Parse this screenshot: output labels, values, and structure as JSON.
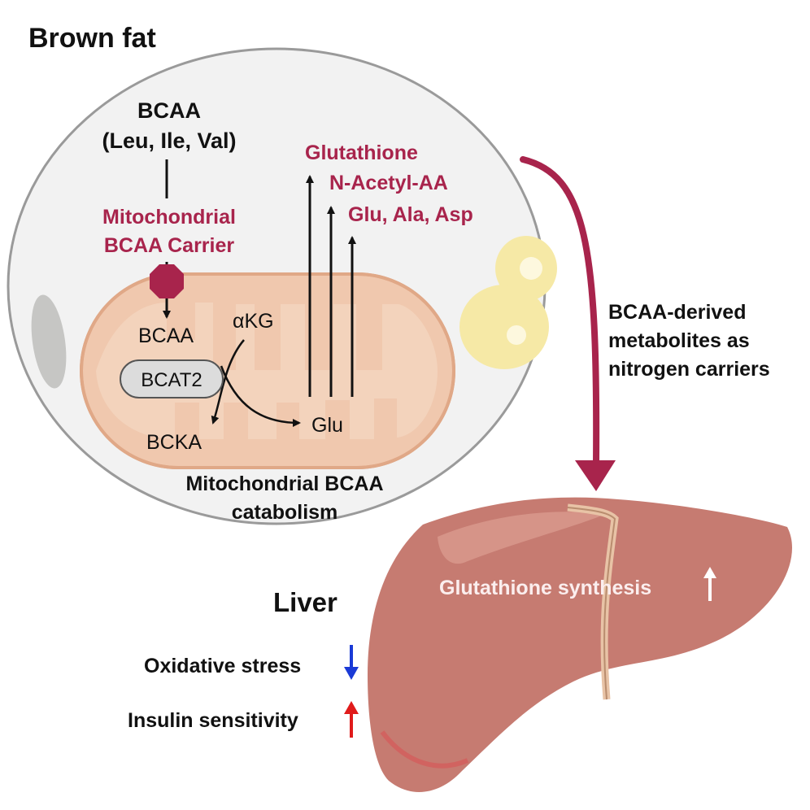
{
  "brown_fat": {
    "title": "Brown fat",
    "bcaa_title": "BCAA",
    "bcaa_subtitle": "(Leu, Ile, Val)",
    "carrier_line1": "Mitochondrial",
    "carrier_line2": "BCAA Carrier",
    "products": [
      "Glutathione",
      "N-Acetyl-AA",
      "Glu, Ala, Asp"
    ],
    "mito": {
      "bcaa": "BCAA",
      "akg": "αKG",
      "enzyme": "BCAT2",
      "bcka": "BCKA",
      "glu": "Glu"
    },
    "caption_line1": "Mitochondrial BCAA",
    "caption_line2": "catabolism"
  },
  "transport": {
    "line1": "BCAA-derived",
    "line2": "metabolites as",
    "line3": "nitrogen carriers"
  },
  "liver": {
    "title": "Liver",
    "synthesis": "Glutathione synthesis",
    "effects": [
      "Oxidative stress",
      "Insulin sensitivity"
    ]
  },
  "colors": {
    "accent": "#a8244c",
    "down_arrow": "#1a3ad6",
    "up_arrow": "#e01b1b",
    "liver": "#c67b71",
    "mitochondrion": "#f0c8ae",
    "cell": "#f2f2f2"
  }
}
